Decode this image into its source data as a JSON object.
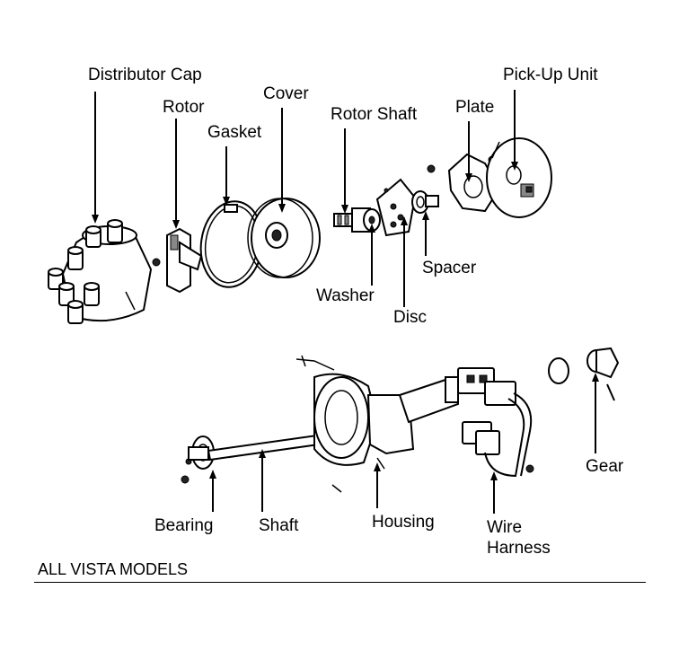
{
  "labels": {
    "distributor_cap": "Distributor Cap",
    "rotor": "Rotor",
    "gasket": "Gasket",
    "cover": "Cover",
    "rotor_shaft": "Rotor Shaft",
    "plate": "Plate",
    "pick_up_unit": "Pick-Up Unit",
    "spacer": "Spacer",
    "washer": "Washer",
    "disc": "Disc",
    "gear": "Gear",
    "bearing": "Bearing",
    "shaft": "Shaft",
    "housing": "Housing",
    "wire": "Wire",
    "harness": "Harness"
  },
  "caption": "ALL VISTA MODELS"
}
